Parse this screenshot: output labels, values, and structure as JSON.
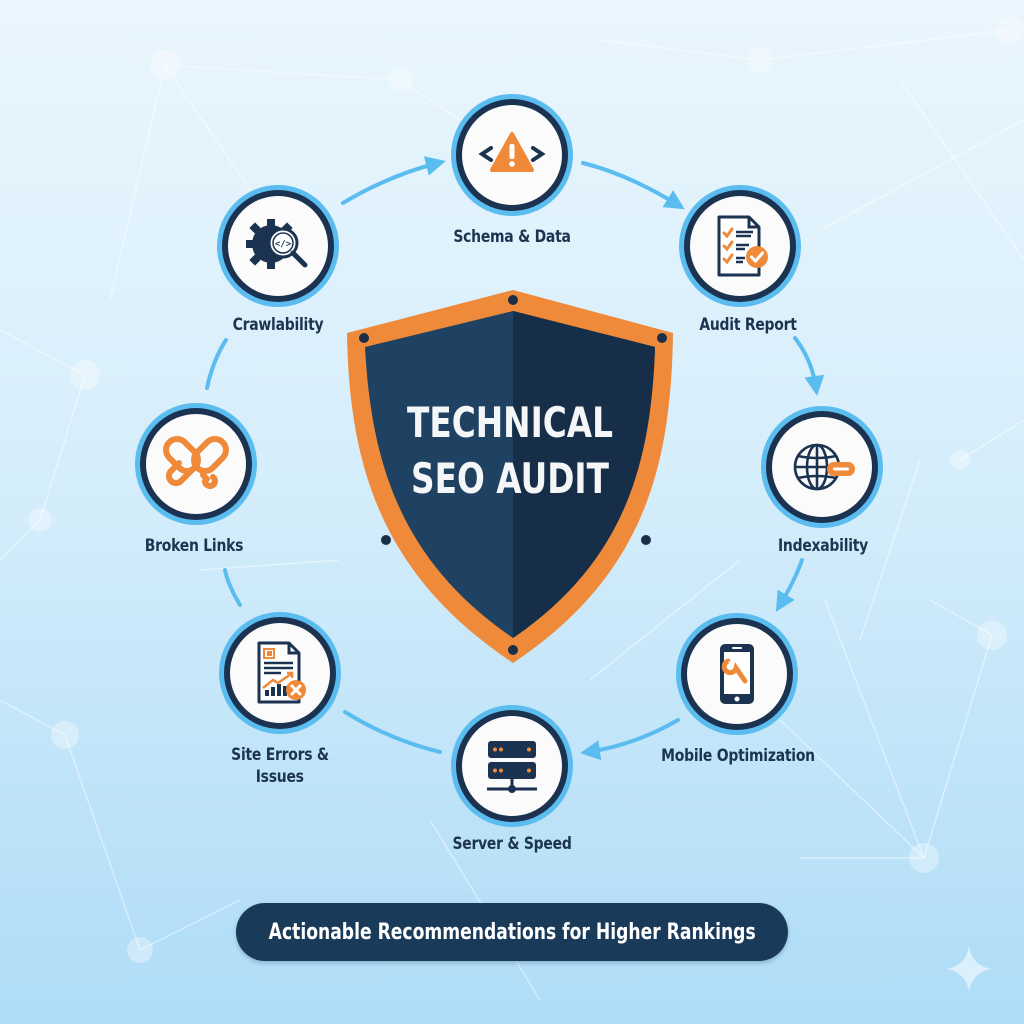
{
  "center": {
    "title_line1": "TECHNICAL",
    "title_line2": "SEO AUDIT",
    "icon": "shield-icon"
  },
  "nodes": [
    {
      "id": "schema",
      "label": "Schema & Data",
      "icon": "code-warning-icon"
    },
    {
      "id": "audit-report",
      "label": "Audit Report",
      "icon": "checklist-document-icon"
    },
    {
      "id": "indexability",
      "label": "Indexability",
      "icon": "globe-minus-icon"
    },
    {
      "id": "mobile",
      "label": "Mobile Optimization",
      "icon": "mobile-wrench-icon"
    },
    {
      "id": "server",
      "label": "Server & Speed",
      "icon": "server-network-icon"
    },
    {
      "id": "site-errors",
      "label_line1": "Site Errors &",
      "label_line2": "Issues",
      "icon": "error-report-chart-icon"
    },
    {
      "id": "broken-links",
      "label": "Broken Links",
      "icon": "broken-chain-link-icon"
    },
    {
      "id": "crawlability",
      "label": "Crawlability",
      "icon": "gear-magnifier-code-icon"
    }
  ],
  "banner": {
    "text": "Actionable Recommendations for Higher Rankings"
  },
  "colors": {
    "navy": "#1b3350",
    "orange": "#ee8a3a",
    "ring_blue": "#5bbcf0",
    "arrow_blue": "#5bbcf0",
    "banner_bg": "#1a3a5a",
    "bg_top": "#eaf6fd",
    "bg_bottom": "#aedcf7"
  }
}
